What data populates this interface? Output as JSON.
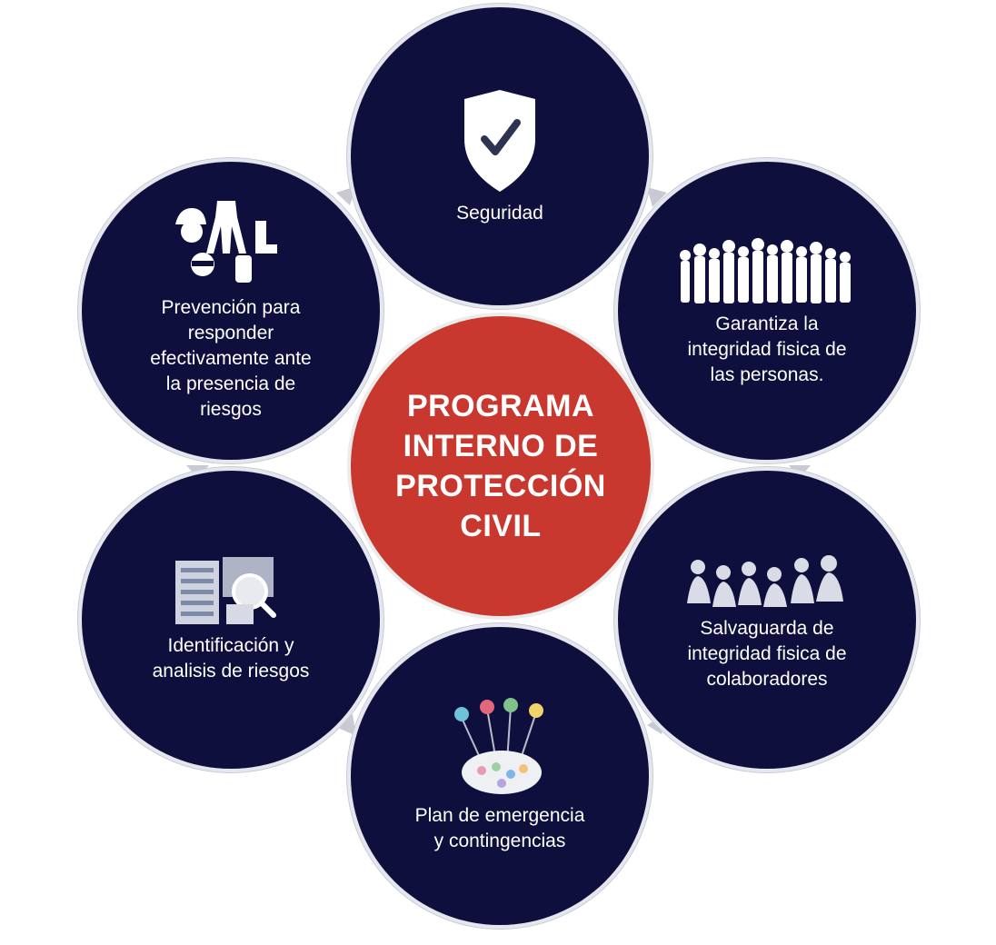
{
  "center": {
    "title": "PROGRAMA\nINTERNO DE\nPROTECCIÓN\nCIVIL",
    "color": "#c8382f"
  },
  "circle_color": "#0e0f3c",
  "items": [
    {
      "label": "Seguridad",
      "icon": "shield-check-icon"
    },
    {
      "label": "Garantiza la\nintegridad fisica de\nlas personas.",
      "icon": "crowd-icon"
    },
    {
      "label": "Salvaguarda de\nintegridad fisica de\ncolaboradores",
      "icon": "team-icon"
    },
    {
      "label": "Plan de emergencia\ny contingencias",
      "icon": "brain-lightbulb-icon"
    },
    {
      "label": "Identificación y\nanalisis de riesgos",
      "icon": "documents-magnifier-icon"
    },
    {
      "label": "Prevención para\nresponder\nefectivamente ante\nla presencia de\nriesgos",
      "icon": "safety-equipment-icon"
    }
  ]
}
